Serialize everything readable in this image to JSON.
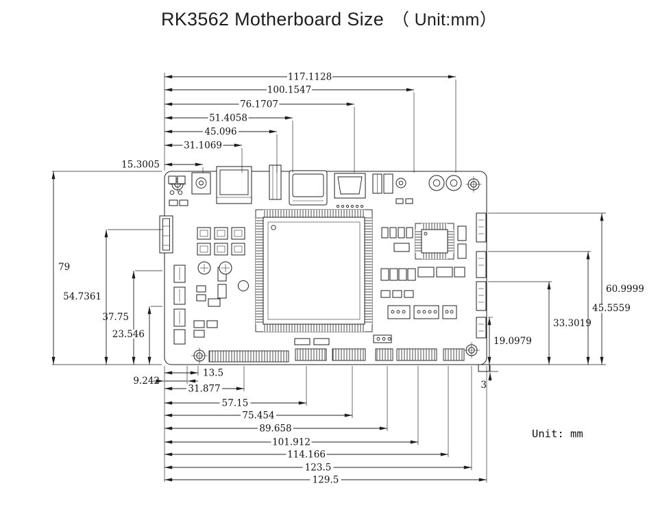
{
  "title": {
    "main": "RK3562 Motherboard Size",
    "unit": "（ Unit:mm）"
  },
  "unit_note": "Unit: mm",
  "dims": {
    "top": {
      "d117": "117.1128",
      "d100": "100.1547",
      "d76": "76.1707",
      "d51": "51.4058",
      "d45": "45.096",
      "d31": "31.1069",
      "d15": "15.3005"
    },
    "left": {
      "d79": "79",
      "d54": "54.7361",
      "d37": "37.75",
      "d23": "23.546",
      "d9": "9.242"
    },
    "bottom": {
      "d13": "13.5",
      "d31_8": "31.877",
      "d57": "57.15",
      "d75": "75.454",
      "d89": "89.658",
      "d101": "101.912",
      "d114": "114.166",
      "d123": "123.5",
      "d129": "129.5"
    },
    "right": {
      "d60": "60.9999",
      "d45_5": "45.5559",
      "d33": "33.3019",
      "d19": "19.0979",
      "d3": "3"
    }
  }
}
